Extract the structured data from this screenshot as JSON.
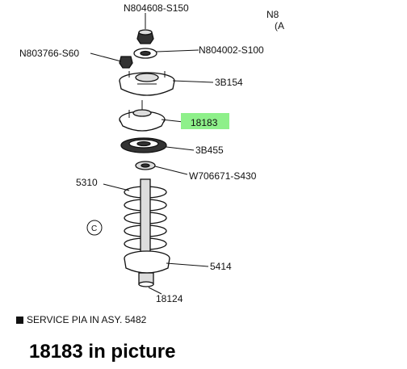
{
  "labels": {
    "nut_top": "N804608-S150",
    "corner_top": "N8",
    "corner_sub": "(A",
    "washer_left": "N803766-S60",
    "washer_right": "N804002-S100",
    "mount": "3B154",
    "highlighted_part": "18183",
    "bearing": "3B455",
    "small_part": "W706671-S430",
    "spring": "5310",
    "view_marker": "C",
    "seat": "5414",
    "strut": "18124"
  },
  "footer_note": "SERVICE PIA IN ASY. 5482",
  "caption": "18183 in picture",
  "highlight_color": "#8ef08a"
}
